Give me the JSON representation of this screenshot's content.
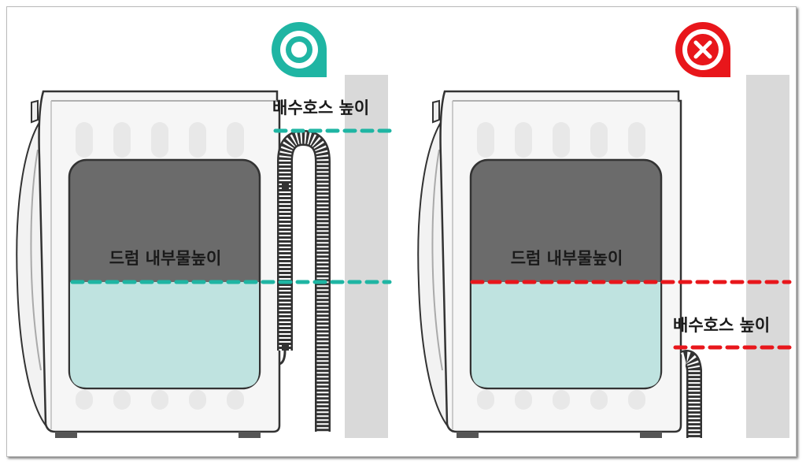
{
  "colors": {
    "good": "#1fb5a3",
    "bad": "#e8161b",
    "water": "#bfe3e0",
    "drum": "#6b6b6b",
    "wall": "#d9d9d9"
  },
  "panels": [
    {
      "verdict": "correct",
      "icon": "circle-o-icon",
      "drum_label": "드럼 내부물높이",
      "hose_label": "배수호스 높이"
    },
    {
      "verdict": "incorrect",
      "icon": "x-icon",
      "drum_label": "드럼 내부물높이",
      "hose_label": "배수호스 높이"
    }
  ]
}
